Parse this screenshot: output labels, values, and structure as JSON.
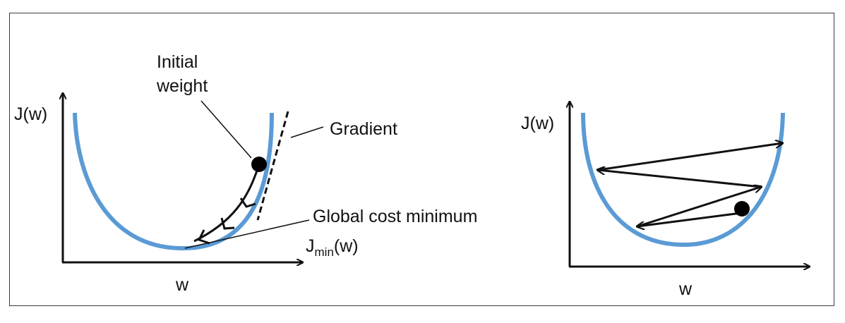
{
  "colors": {
    "curve": "#5b9bd5",
    "ink": "#111111",
    "frame": "#3a3a3a"
  },
  "left_panel": {
    "y_axis_label": "J(w)",
    "x_axis_label": "w",
    "initial_weight_line1": "Initial",
    "initial_weight_line2": "weight",
    "gradient_label": "Gradient",
    "global_min_label": "Global cost minimum",
    "jmin_main": "J",
    "jmin_sub": "min",
    "jmin_arg": "(w)"
  },
  "right_panel": {
    "y_axis_label": "J(w)",
    "x_axis_label": "w"
  }
}
